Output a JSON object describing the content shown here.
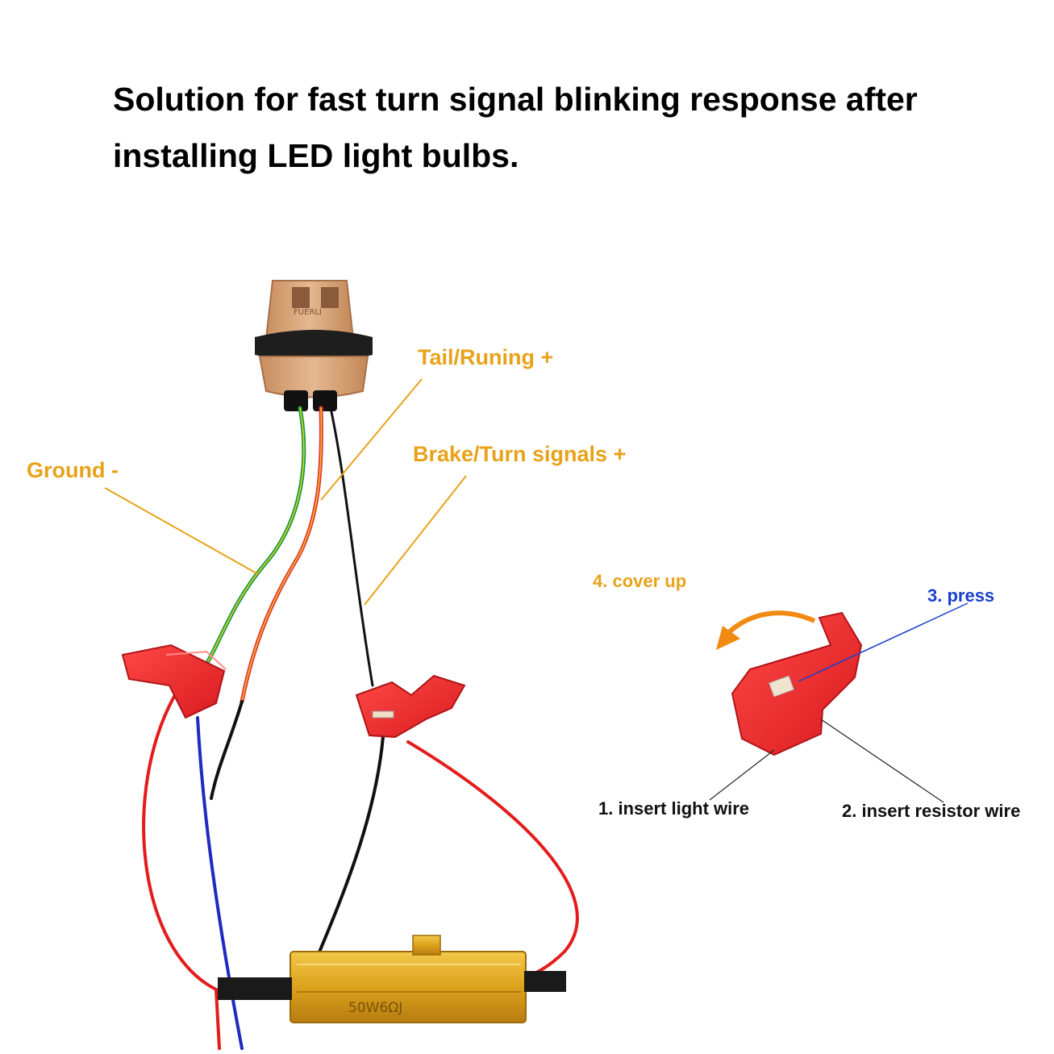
{
  "title": "Solution for fast turn signal blinking response after installing LED light bulbs.",
  "labels": {
    "tail_running": "Tail/Runing +",
    "brake_turn": "Brake/Turn signals +",
    "ground": "Ground -",
    "cover_up": "4. cover up",
    "press": "3. press",
    "insert_light": "1. insert light wire",
    "insert_resistor": "2. insert resistor wire"
  },
  "socket_text": "FUERLI",
  "resistor_text": "50W6ΩJ",
  "colors": {
    "label_orange": "#e8a21a",
    "press_blue": "#1a3fcc",
    "connector_red": "#e8202a",
    "socket_tan": "#d9a77c",
    "resistor_gold": "#e0a81c"
  }
}
